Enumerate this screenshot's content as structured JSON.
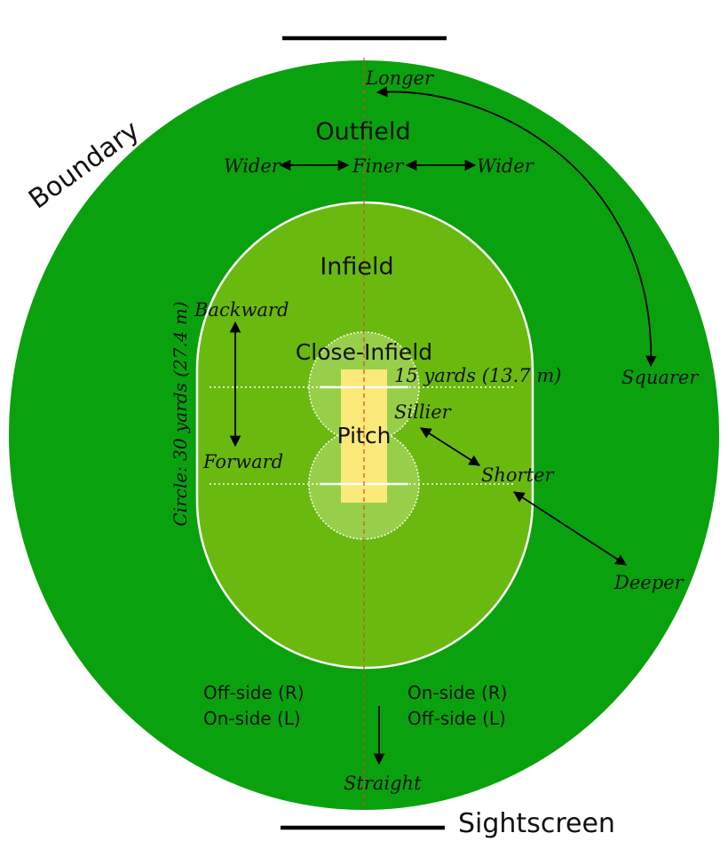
{
  "labels": {
    "boundary": "Boundary",
    "sightscreen": "Sightscreen",
    "outfield": "Outfield",
    "infield": "Infield",
    "close_infield": "Close-Infield",
    "pitch": "Pitch",
    "circle": "Circle: 30 yards (27.4 m)",
    "close_radius": "15 yards (13.7 m)",
    "off_on_left": [
      "Off-side (R)",
      "On-side (L)"
    ],
    "on_off_right": [
      "On-side (R)",
      "Off-side (L)"
    ]
  },
  "directions": {
    "longer": "Longer",
    "wider_left": "Wider",
    "finer": "Finer",
    "wider_right": "Wider",
    "squarer": "Squarer",
    "backward": "Backward",
    "forward": "Forward",
    "sillier": "Sillier",
    "shorter": "Shorter",
    "deeper": "Deeper",
    "straight": "Straight"
  },
  "colors": {
    "outfield": "#0aa10e",
    "infield": "#6ab90f",
    "close_infield": "#98cf4a",
    "pitch": "#fbe97a",
    "centre_line": "#d9472b"
  }
}
